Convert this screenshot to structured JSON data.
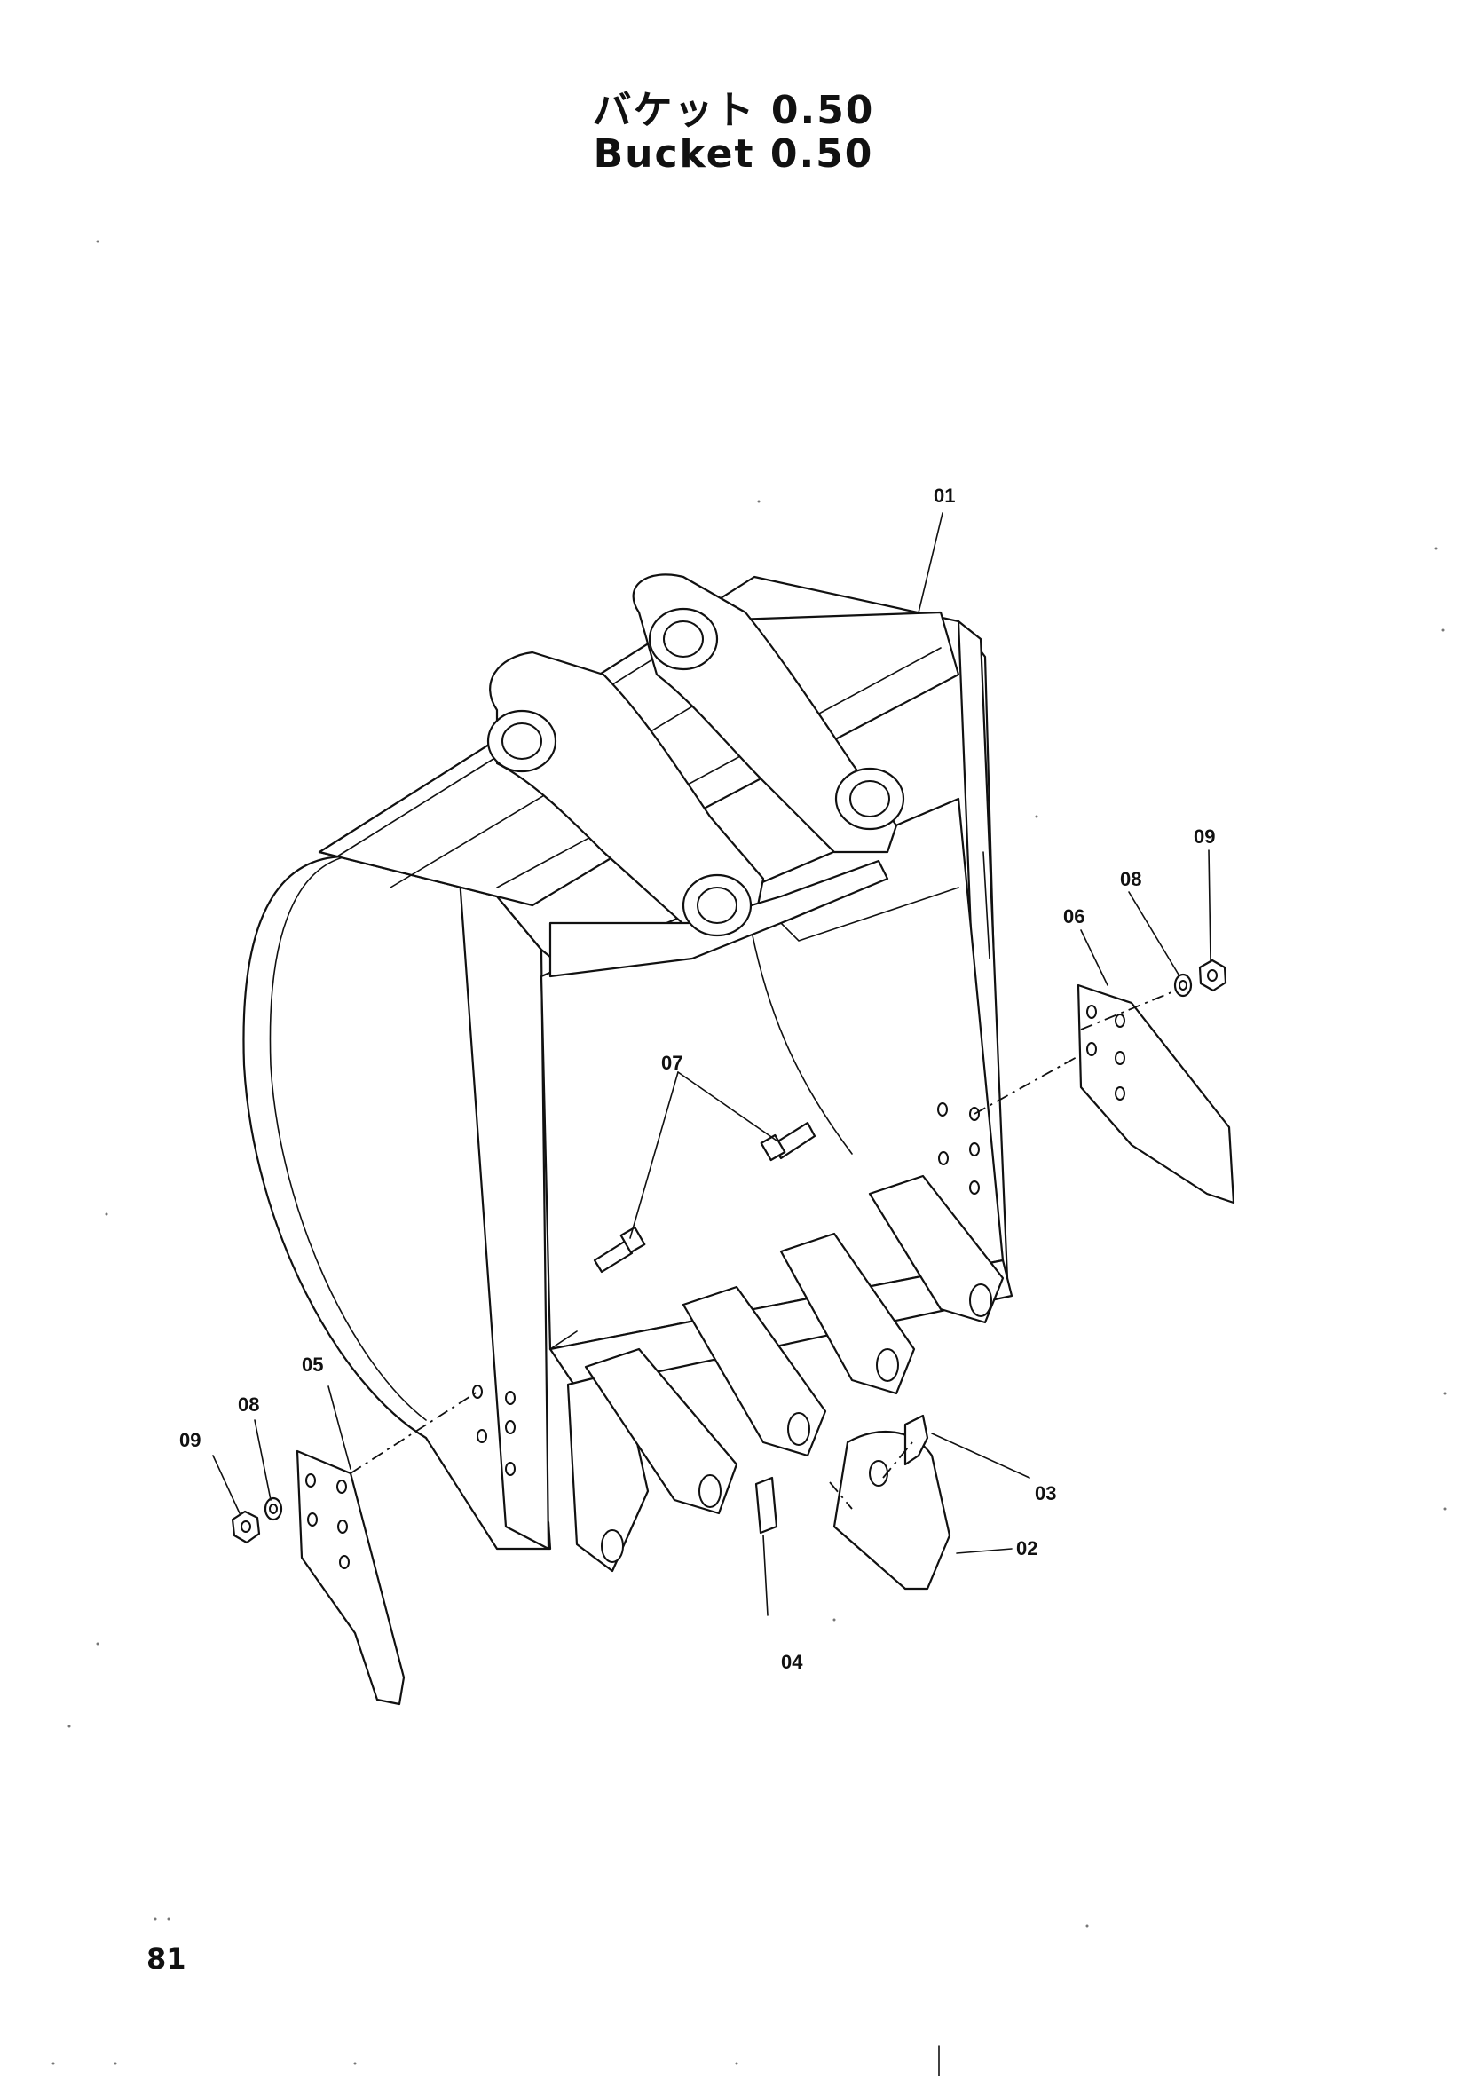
{
  "title": {
    "japanese": "バケット 0.50",
    "english": "Bucket 0.50"
  },
  "page_number": "81",
  "callouts": [
    {
      "id": "label-01",
      "text": "01"
    },
    {
      "id": "label-02",
      "text": "02"
    },
    {
      "id": "label-03",
      "text": "03"
    },
    {
      "id": "label-04",
      "text": "04"
    },
    {
      "id": "label-05",
      "text": "05"
    },
    {
      "id": "label-06",
      "text": "06"
    },
    {
      "id": "label-07",
      "text": "07"
    },
    {
      "id": "label-08-left",
      "text": "08"
    },
    {
      "id": "label-08-right",
      "text": "08"
    },
    {
      "id": "label-09-left",
      "text": "09"
    },
    {
      "id": "label-09-right",
      "text": "09"
    }
  ]
}
